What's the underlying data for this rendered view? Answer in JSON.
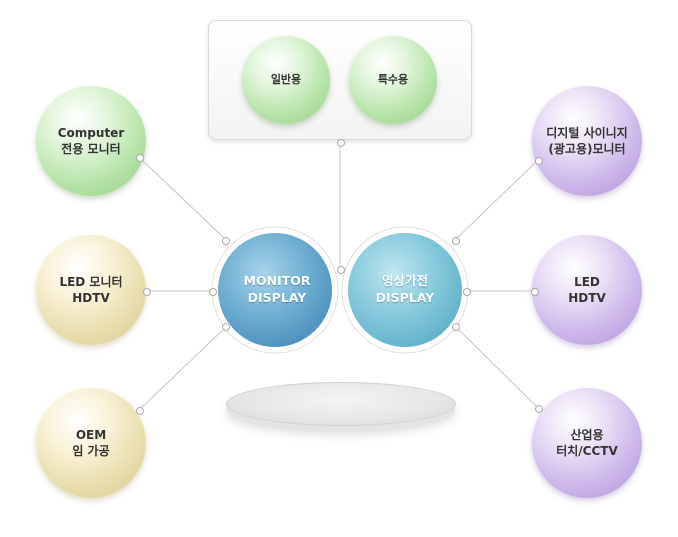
{
  "top_group": {
    "items": [
      {
        "label": "일반용"
      },
      {
        "label": "특수용"
      }
    ]
  },
  "center": {
    "left": {
      "label": "MONITOR\nDISPLAY"
    },
    "right": {
      "label": "영상가전\nDISPLAY"
    }
  },
  "left_items": [
    {
      "label": "Computer\n전용 모니터"
    },
    {
      "label": "LED 모니터\nHDTV"
    },
    {
      "label": "OEM\n임 가공"
    }
  ],
  "right_items": [
    {
      "label": "디지털 사이니지\n(광고용)모니터"
    },
    {
      "label": "LED\nHDTV"
    },
    {
      "label": "산업용\n터치/CCTV"
    }
  ],
  "colors": {
    "monitor_circle": "#5f9ec4",
    "appliance_circle": "#74bfd5",
    "overlap": "#7aa6d6",
    "connector": "#c8c8c8"
  }
}
